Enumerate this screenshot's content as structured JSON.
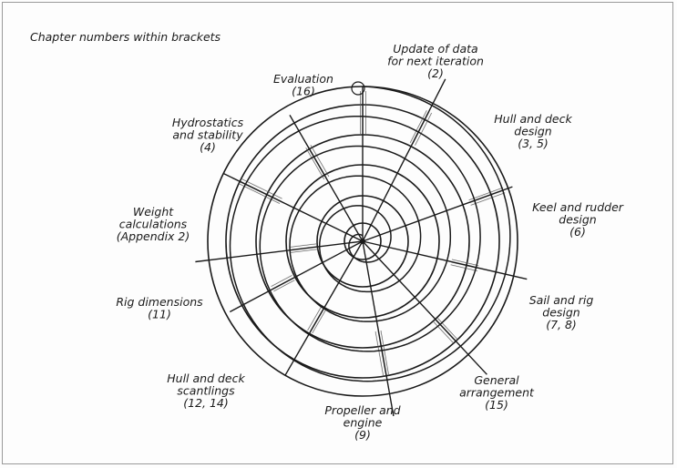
{
  "header_note": "Chapter numbers within brackets",
  "diagram": {
    "ring_count": 6,
    "colors": {
      "line": "#1a1a1a",
      "hatch": "#555555",
      "paper": "#fdfdfd"
    },
    "labels": [
      {
        "id": "update",
        "lines": [
          "Update of data",
          "for next iteration",
          "(2)"
        ]
      },
      {
        "id": "hull-deck-design",
        "lines": [
          "Hull and deck",
          "design",
          "(3, 5)"
        ]
      },
      {
        "id": "keel-rudder",
        "lines": [
          "Keel and rudder",
          "design",
          "(6)"
        ]
      },
      {
        "id": "sail-rig",
        "lines": [
          "Sail and rig",
          "design",
          "(7, 8)"
        ]
      },
      {
        "id": "general-arrangement",
        "lines": [
          "General",
          "arrangement",
          "(15)"
        ]
      },
      {
        "id": "propeller-engine",
        "lines": [
          "Propeller and",
          "engine",
          "(9)"
        ]
      },
      {
        "id": "scantlings",
        "lines": [
          "Hull and deck",
          "scantlings",
          "(12, 14)"
        ]
      },
      {
        "id": "rig-dimensions",
        "lines": [
          "Rig dimensions",
          "(11)"
        ]
      },
      {
        "id": "weight",
        "lines": [
          "Weight",
          "calculations",
          "(Appendix 2)"
        ]
      },
      {
        "id": "hydrostatics",
        "lines": [
          "Hydrostatics",
          "and stability",
          "(4)"
        ]
      },
      {
        "id": "evaluation",
        "lines": [
          "Evaluation",
          "(16)"
        ]
      }
    ]
  }
}
